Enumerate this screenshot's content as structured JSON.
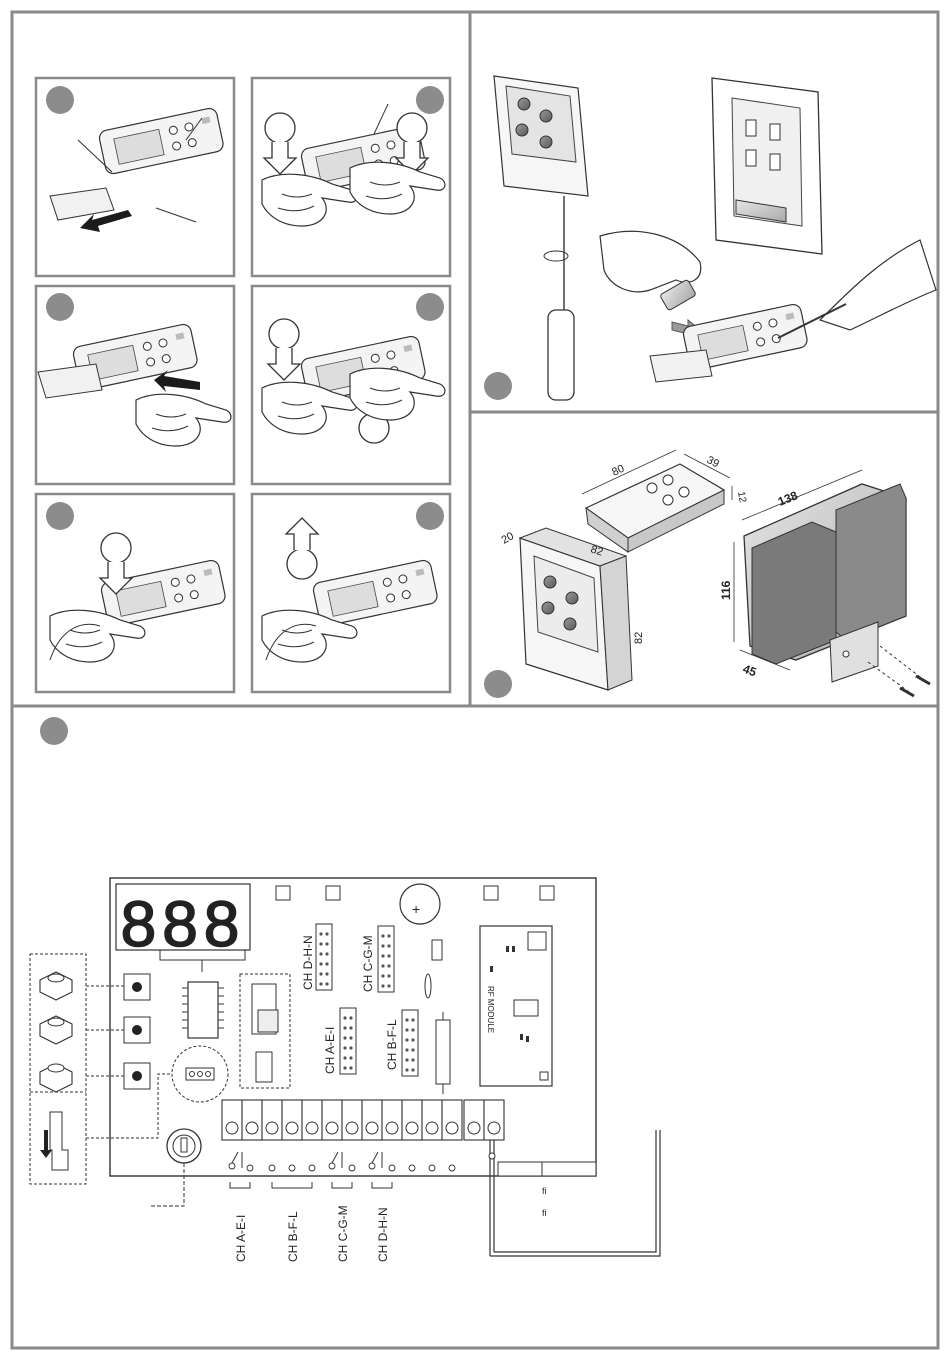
{
  "dimensions": {
    "remote_length": "80",
    "remote_width": "39",
    "remote_thickness": "12",
    "wall_unit_depth": "20",
    "wall_unit_width": "82",
    "wall_unit_height": "82",
    "receiver_length": "138",
    "receiver_height": "116",
    "receiver_depth": "45"
  },
  "pcb": {
    "display_digits": "888",
    "battery_symbol": "+",
    "rf_module_label": "RF MODULE",
    "jumpers": [
      "CH D-H-N",
      "CH C-G-M",
      "CH A-E-I",
      "CH B-F-L"
    ],
    "terminal_channels": [
      "CH A-E-I",
      "CH B-F-L",
      "CH C-G-M",
      "CH D-H-N"
    ],
    "antenna_marks": [
      "fi",
      "fi"
    ]
  },
  "colors": {
    "panel_border": "#8a8a8a",
    "step_circle": "#8c8c8c",
    "line": "#333333"
  }
}
